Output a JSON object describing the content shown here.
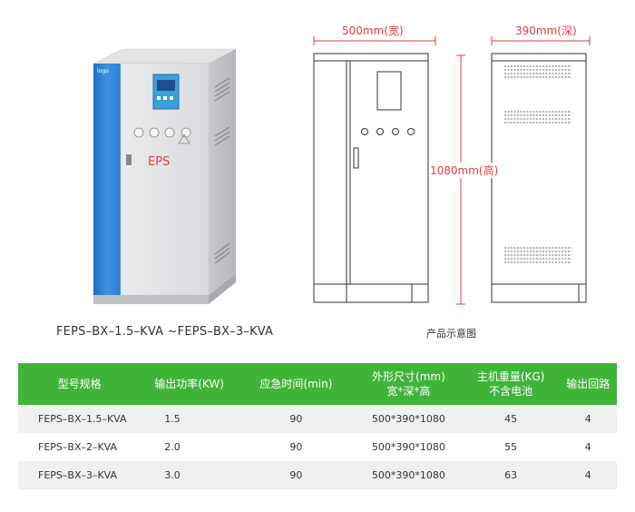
{
  "product": {
    "brand_logo": "logo",
    "panel_label": "EPS",
    "model_caption": "FEPS–BX–1.5–KVA ~FEPS–BX–3–KVA"
  },
  "diagram": {
    "width_label": "500mm(宽)",
    "depth_label": "390mm(深)",
    "height_label": "1080mm(高)",
    "caption": "产品示意图"
  },
  "table": {
    "headers": {
      "model": "型号规格",
      "power": "输出功率(KW)",
      "response": "应急时间(min)",
      "size_line1": "外形尺寸(mm)",
      "size_line2": "宽*深*高",
      "weight_line1": "主机重量(KG)",
      "weight_line2": "不含电池",
      "circuits": "输出回路"
    },
    "rows": [
      {
        "model": "FEPS–BX–1.5–KVA",
        "power": "1.5",
        "time": "90",
        "size": "500*390*1080",
        "weight": "45",
        "circuits": "4"
      },
      {
        "model": "FEPS–BX–2–KVA",
        "power": "2.0",
        "time": "90",
        "size": "500*390*1080",
        "weight": "55",
        "circuits": "4"
      },
      {
        "model": "FEPS–BX–3–KVA",
        "power": "3.0",
        "time": "90",
        "size": "500*390*1080",
        "weight": "63",
        "circuits": "4"
      }
    ]
  },
  "colors": {
    "header_green": "#3fb439",
    "dimension_red": "#e23c3c",
    "cabinet_blue": "#2b7fd0"
  }
}
